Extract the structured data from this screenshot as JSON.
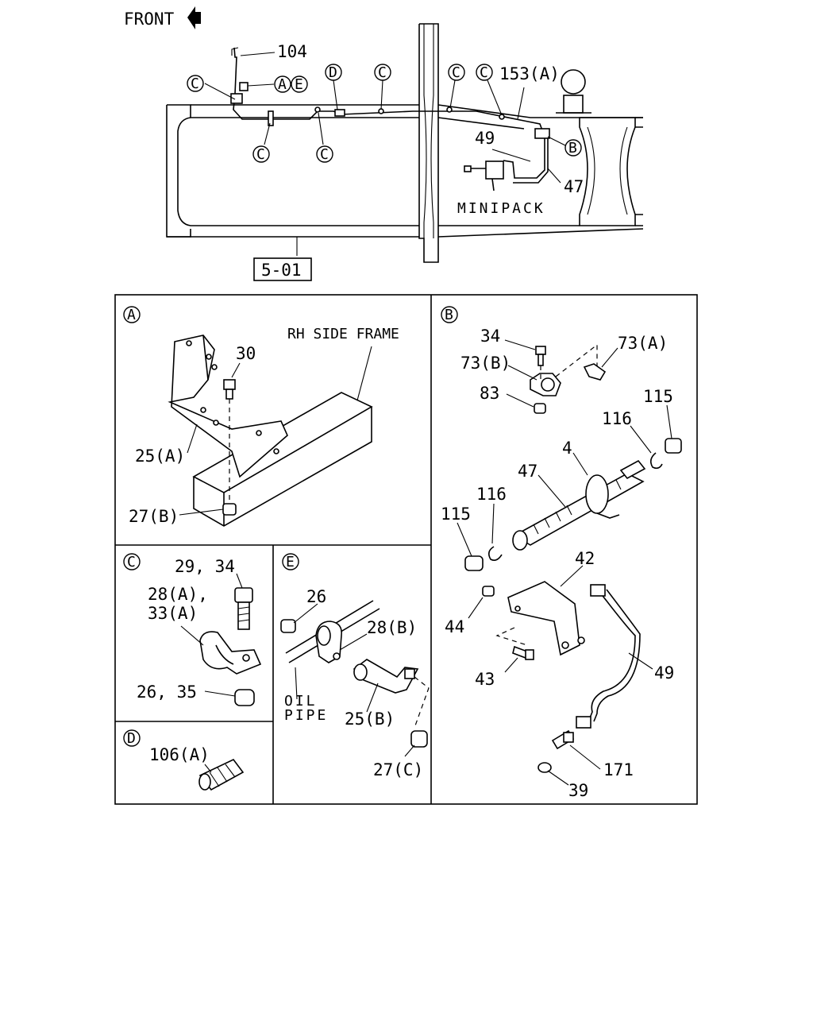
{
  "overview": {
    "front_label": "FRONT",
    "ref_box": "5-01",
    "minipack_label": "MINIPACK",
    "callouts": [
      {
        "id": "p104",
        "text": "104"
      },
      {
        "id": "p153a",
        "text": "153(A)"
      },
      {
        "id": "p49",
        "text": "49"
      },
      {
        "id": "p47",
        "text": "47"
      }
    ],
    "markers": {
      "A": "A",
      "B": "B",
      "C": "C",
      "D": "D",
      "E": "E"
    }
  },
  "panels": {
    "A": {
      "letter": "A",
      "frame_label": "RH SIDE FRAME",
      "parts": [
        {
          "id": "a30",
          "text": "30"
        },
        {
          "id": "a25a",
          "text": "25(A)"
        },
        {
          "id": "a27b",
          "text": "27(B)"
        }
      ]
    },
    "B": {
      "letter": "B",
      "parts": [
        {
          "id": "b34",
          "text": "34"
        },
        {
          "id": "b73a",
          "text": "73(A)"
        },
        {
          "id": "b73b",
          "text": "73(B)"
        },
        {
          "id": "b83",
          "text": "83"
        },
        {
          "id": "b115a",
          "text": "115"
        },
        {
          "id": "b116a",
          "text": "116"
        },
        {
          "id": "b4",
          "text": "4"
        },
        {
          "id": "b47",
          "text": "47"
        },
        {
          "id": "b116b",
          "text": "116"
        },
        {
          "id": "b115b",
          "text": "115"
        },
        {
          "id": "b42",
          "text": "42"
        },
        {
          "id": "b44",
          "text": "44"
        },
        {
          "id": "b43",
          "text": "43"
        },
        {
          "id": "b49",
          "text": "49"
        },
        {
          "id": "b171",
          "text": "171"
        },
        {
          "id": "b39",
          "text": "39"
        }
      ]
    },
    "C": {
      "letter": "C",
      "parts": [
        {
          "id": "c2934",
          "text": "29, 34"
        },
        {
          "id": "c28a",
          "text": "28(A),"
        },
        {
          "id": "c33a",
          "text": "33(A)"
        },
        {
          "id": "c2635",
          "text": "26, 35"
        }
      ]
    },
    "D": {
      "letter": "D",
      "parts": [
        {
          "id": "d106a",
          "text": "106(A)"
        }
      ]
    },
    "E": {
      "letter": "E",
      "parts": [
        {
          "id": "e26",
          "text": "26"
        },
        {
          "id": "e28b",
          "text": "28(B)"
        },
        {
          "id": "e25b",
          "text": "25(B)"
        },
        {
          "id": "e27c",
          "text": "27(C)"
        }
      ],
      "oil_pipe_line1": "OIL",
      "oil_pipe_line2": "PIPE"
    }
  }
}
